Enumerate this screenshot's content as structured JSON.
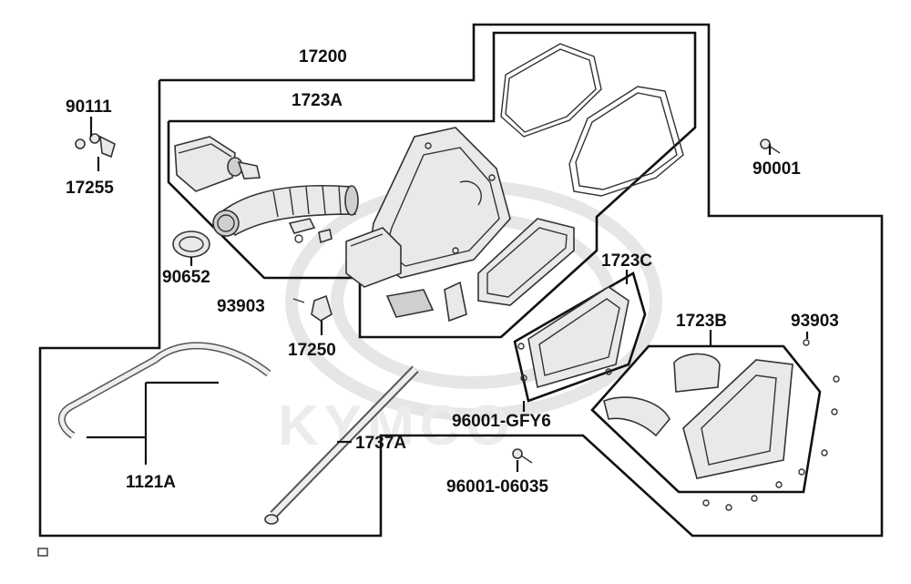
{
  "watermark": {
    "brand": "KYMCO"
  },
  "labels": {
    "l17200": "17200",
    "l1723A": "1723A",
    "l90111": "90111",
    "l17255": "17255",
    "l90001": "90001",
    "l90652": "90652",
    "l93903a": "93903",
    "l17250": "17250",
    "l1723C": "1723C",
    "l1723B": "1723B",
    "l93903b": "93903",
    "l96001GFY6": "96001-GFY6",
    "l1737A": "1737A",
    "l1121A": "1121A",
    "l96001_06035": "96001-06035"
  },
  "colors": {
    "line": "#111111",
    "part_fill": "#e9e9e9",
    "watermark": "#e6e6e6"
  }
}
